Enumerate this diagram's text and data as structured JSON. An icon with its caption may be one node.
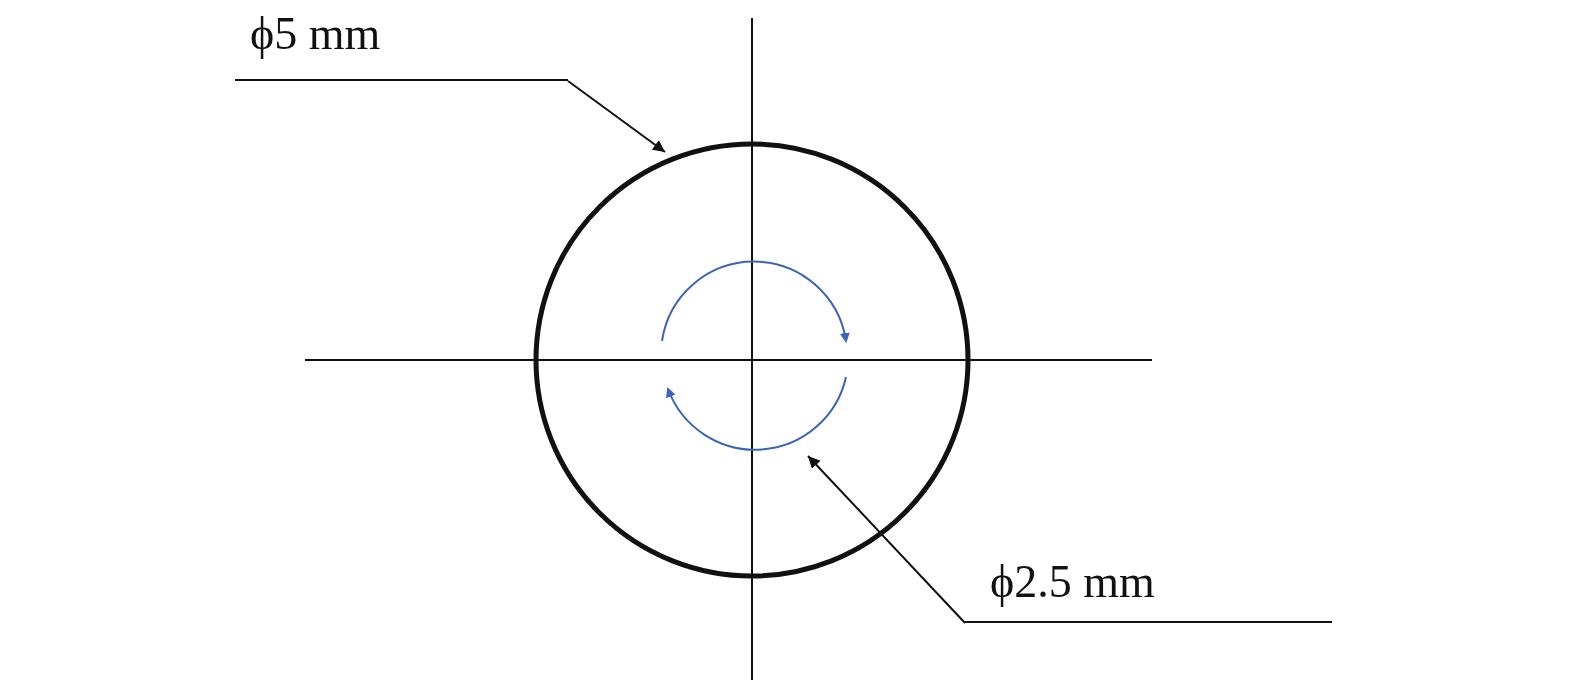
{
  "diagram": {
    "nodes": [
      {
        "text": [
          "ϕ5 mm"
        ]
      },
      {
        "text": [],
        "shape": "circle"
      },
      {
        "text": [
          "ϕ2.5 mm"
        ]
      },
      {
        "text": [],
        "shape": "circle",
        "in": 1
      }
    ],
    "edges": [
      {
        "from": 0,
        "to": 1,
        "arrow": "to"
      },
      {
        "from": 2,
        "to": 3,
        "arrow": "to"
      }
    ]
  }
}
